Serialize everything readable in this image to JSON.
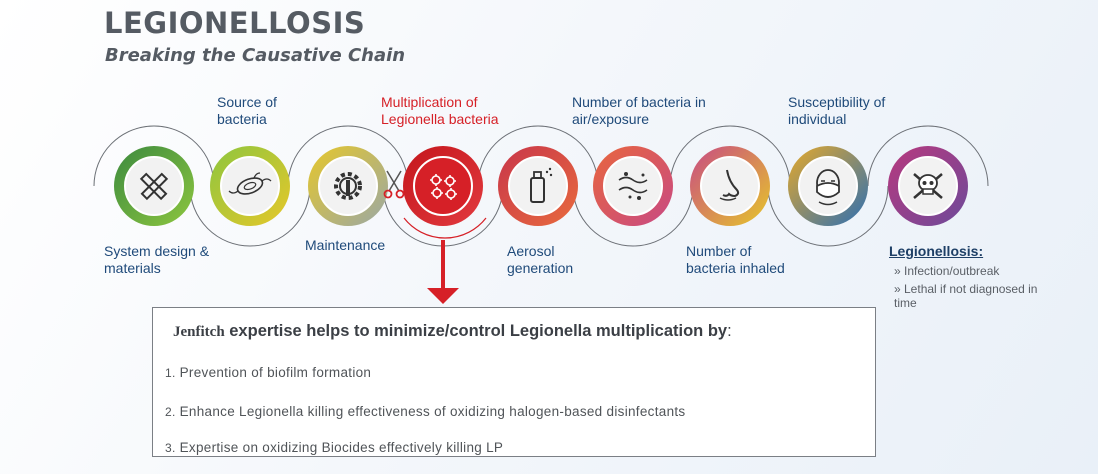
{
  "header": {
    "title": "LEGIONELLOSIS",
    "subtitle": "Breaking the Causative Chain"
  },
  "top_labels": {
    "source": "Source of bacteria",
    "multiplication": "Multiplication of Legionella bacteria",
    "air": "Number of bacteria in air/exposure",
    "susceptibility": "Susceptibility of individual"
  },
  "bottom_labels": {
    "system": "System design & materials",
    "maintenance": "Maintenance",
    "aerosol": "Aerosol generation",
    "inhaled": "Number of bacteria inhaled",
    "legionellosis": "Legionellosis:"
  },
  "outcomes": [
    "» Infection/outbreak",
    "» Lethal if not diagnosed in time"
  ],
  "box": {
    "brand": "Jenfitch",
    "intro": " expertise helps to minimize/control Legionella multiplication by",
    "colon": ":",
    "items": [
      {
        "num": "1.",
        "text": "Prevention of biofilm formation"
      },
      {
        "num": "2.",
        "text": "Enhance Legionella killing effectiveness of oxidizing halogen-based disinfectants"
      },
      {
        "num": "3.",
        "text": "Expertise on oxidizing Biocides effectively killing LP"
      }
    ]
  },
  "chain": {
    "links": [
      {
        "icon": "pencil-ruler-icon",
        "ring": [
          "#3c8a3f",
          "#8dc63f"
        ]
      },
      {
        "icon": "bacteria-icon",
        "ring": [
          "#8dc63f",
          "#e6c72a"
        ]
      },
      {
        "icon": "gear-wrench-icon",
        "ring": [
          "#e6c72a",
          "#9aa8a6"
        ]
      },
      {
        "icon": "multiplying-bacteria-icon",
        "ring": [
          "#c4161c",
          "#e23a3f"
        ]
      },
      {
        "icon": "spray-can-icon",
        "ring": [
          "#c8364a",
          "#e86a3e"
        ]
      },
      {
        "icon": "airborne-particles-icon",
        "ring": [
          "#e8663e",
          "#c84a84"
        ]
      },
      {
        "icon": "nose-icon",
        "ring": [
          "#c84a84",
          "#e6c72a"
        ]
      },
      {
        "icon": "face-mask-icon",
        "ring": [
          "#e6a92a",
          "#2d6fb3"
        ]
      },
      {
        "icon": "skull-crossbones-icon",
        "ring": [
          "#b8397e",
          "#6d4a9a"
        ]
      }
    ],
    "highlight_color": "#d62027"
  }
}
